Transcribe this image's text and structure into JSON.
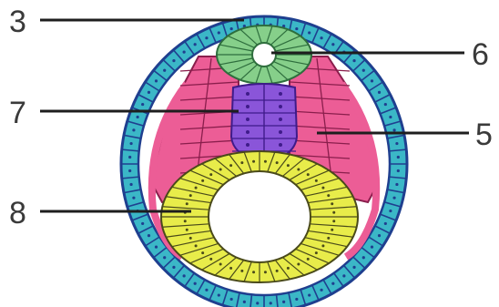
{
  "labels": {
    "three": "3",
    "six": "6",
    "seven": "7",
    "five": "5",
    "eight": "8"
  },
  "colors": {
    "background": "#ffffff",
    "ectoderm_fill": "#3bb7c7",
    "ectoderm_outline": "#1f3f8f",
    "mesoderm_fill": "#ec5d96",
    "mesoderm_outline": "#8a1e4c",
    "neural_tube_fill": "#86cf8a",
    "neural_tube_outline": "#2e6e3d",
    "notochord_fill": "#8a55d9",
    "notochord_outline": "#3f1b8a",
    "endoderm_fill": "#e8ec4a",
    "endoderm_outline": "#4a4a1a",
    "leader_lines": "#1e1e1e",
    "label_text": "#3a3a3a"
  }
}
